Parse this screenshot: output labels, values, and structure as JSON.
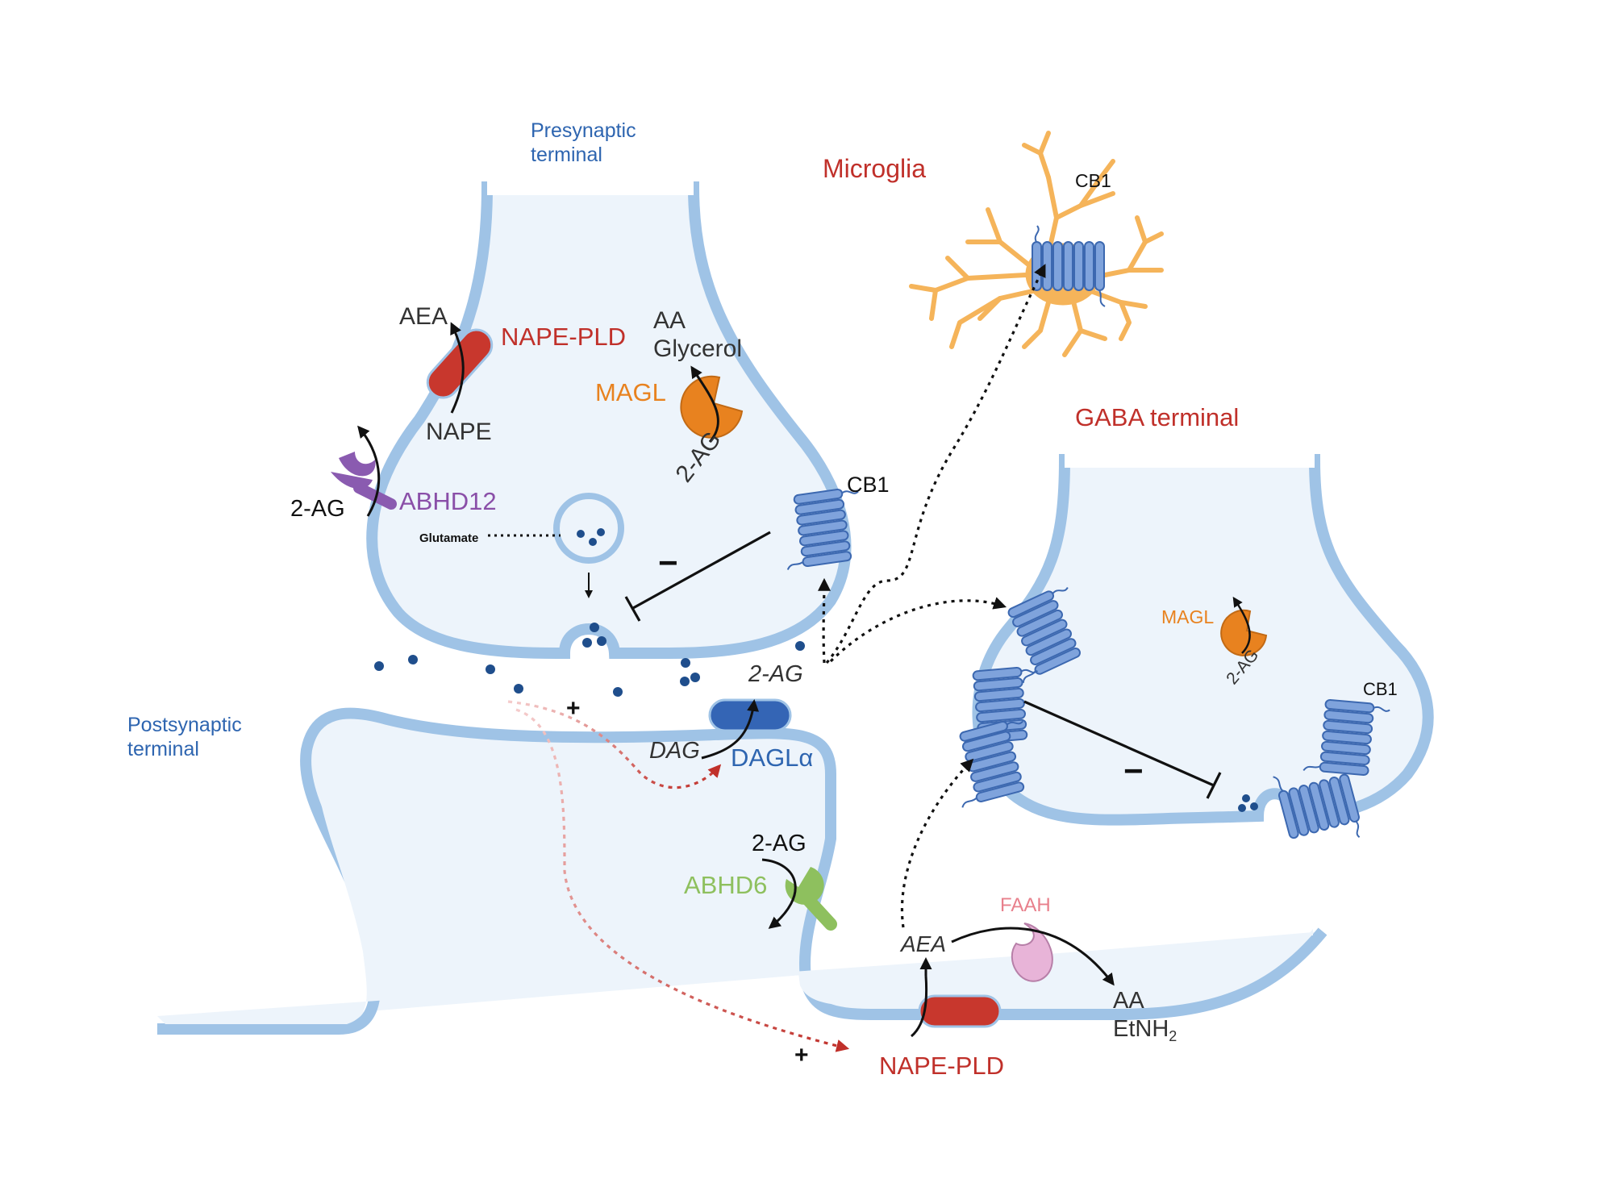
{
  "labels": {
    "presynaptic": [
      "Presynaptic",
      "terminal"
    ],
    "postsynaptic": [
      "Postsynaptic",
      "terminal"
    ],
    "microglia": "Microglia",
    "microglia_cb1": "CB1",
    "gaba_terminal": "GABA terminal",
    "pre_aea": "AEA",
    "pre_nape_pld": "NAPE-PLD",
    "pre_nape": "NAPE",
    "pre_aa": "AA",
    "pre_glycerol": "Glycerol",
    "pre_magl": "MAGL",
    "pre_magl_2ag": "2-AG",
    "pre_abhd12_2ag": "2-AG",
    "abhd12": "ABHD12",
    "glutamate": "Glutamate",
    "pre_cb1": "CB1",
    "pre_minus": "−",
    "cleft_2ag": "2-AG",
    "plus_1": "+",
    "dag": "DAG",
    "dagla": "DAGLα",
    "abhd6_2ag": "2-AG",
    "abhd6": "ABHD6",
    "faah": "FAAH",
    "post_aea": "AEA",
    "post_aa": "AA",
    "etnh2": "EtNH",
    "etnh2_sub": "2",
    "post_nape_pld": "NAPE-PLD",
    "plus_2": "+",
    "gaba_magl": "MAGL",
    "gaba_magl_2ag": "2-AG",
    "gaba_cb1": "CB1",
    "gaba_minus": "−"
  },
  "colors": {
    "membrane": "#9fc3e6",
    "cytoplasm": "#edf4fb",
    "nape_pld": "#c8372d",
    "magl": "#e8821f",
    "abhd12": "#8a5bb0",
    "dagla": "#3465b5",
    "abhd6": "#8ec05e",
    "faah": "#e8b4d8",
    "microglia": "#f5b45a",
    "cb1_receptor": "#7fa3dc",
    "vesicle_dots": "#1f4e8c",
    "red_dotted_arrow": "#c0302a"
  },
  "icons": {
    "cb1": "cb1-receptor-icon",
    "microglia": "microglia-cell-icon",
    "magl": "magl-enzyme-icon",
    "abhd12": "abhd12-enzyme-icon",
    "abhd6": "abhd6-enzyme-icon",
    "faah": "faah-enzyme-icon",
    "vesicle": "synaptic-vesicle-icon"
  }
}
